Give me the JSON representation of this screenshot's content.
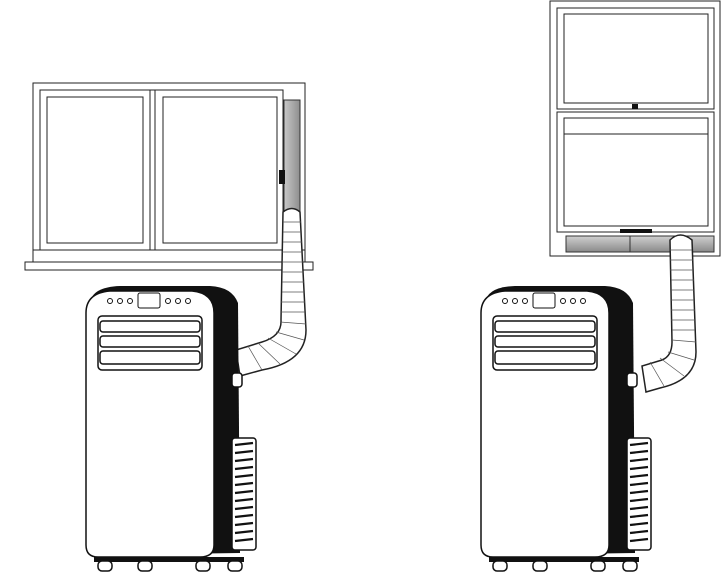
{
  "figures": [
    {
      "window_type": "sliding-window",
      "kit": "window-vent-panel",
      "unit": "portable-air-conditioner"
    },
    {
      "window_type": "hung-window",
      "kit": "window-vent-panel",
      "unit": "portable-air-conditioner"
    }
  ],
  "colors": {
    "line": "#1a1a1a",
    "panel_gray": "#a8a8a8",
    "side_dark": "#111111",
    "background": "#ffffff"
  }
}
